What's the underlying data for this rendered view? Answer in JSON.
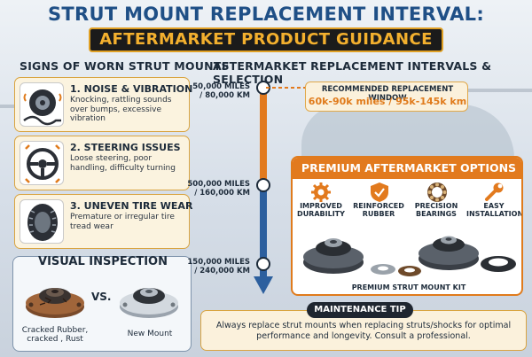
{
  "header": {
    "title": "STRUT MOUNT REPLACEMENT INTERVAL:",
    "subtitle": "AFTERMARKET PRODUCT GUIDANCE"
  },
  "signs": {
    "heading": "SIGNS OF WORN STRUT MOUNTS",
    "items": [
      {
        "title": "1. NOISE & VIBRATION",
        "desc": "Knocking, rattling sounds over bumps, excessive vibration",
        "icon": "tire-bump-icon"
      },
      {
        "title": "2. STEERING ISSUES",
        "desc": "Loose steering, poor handling, difficulty turning",
        "icon": "steering-wheel-icon"
      },
      {
        "title": "3. UNEVEN TIRE WEAR",
        "desc": "Premature or irregular tire tread wear",
        "icon": "tire-tread-icon"
      }
    ]
  },
  "visual": {
    "heading": "VISUAL INSPECTION",
    "vs": "VS.",
    "worn_caption": "Cracked Rubber, cracked , Rust",
    "new_caption": "New Mount"
  },
  "intervals": {
    "heading": "AFTERMARKET REPLACEMENT INTERVALS & SELECTION",
    "markers": [
      {
        "line1": "50,000 MILES",
        "line2": "/ 80,000 KM"
      },
      {
        "line1": "500,000 MILES",
        "line2": "/ 160,000 KM"
      },
      {
        "line1": "150,000 MILES",
        "line2": "/ 240,000 KM"
      }
    ],
    "window_title": "RECOMMENDED REPLACEMENT WINDOW",
    "window_range": "60k-90k miles / 95k-145k km"
  },
  "premium": {
    "heading": "PREMIUM AFTERMARKET OPTIONS",
    "features": [
      {
        "label": "IMPROVED DURABILITY",
        "icon": "gear-icon"
      },
      {
        "label": "REINFORCED RUBBER",
        "icon": "shield-icon"
      },
      {
        "label": "PRECISION BEARINGS",
        "icon": "bearing-icon"
      },
      {
        "label": "EASY INSTALLATION",
        "icon": "wrench-icon"
      }
    ],
    "kit_label": "PREMIUM STRUT MOUNT KIT"
  },
  "tip": {
    "heading": "MAINTENANCE TIP",
    "text": "Always replace strut mounts when replacing struts/shocks for optimal performance and longevity. Consult a professional."
  },
  "colors": {
    "orange": "#e27a1e",
    "navy": "#1f4f86",
    "gold": "#f3b02e",
    "blue_line": "#2c5f9e"
  }
}
